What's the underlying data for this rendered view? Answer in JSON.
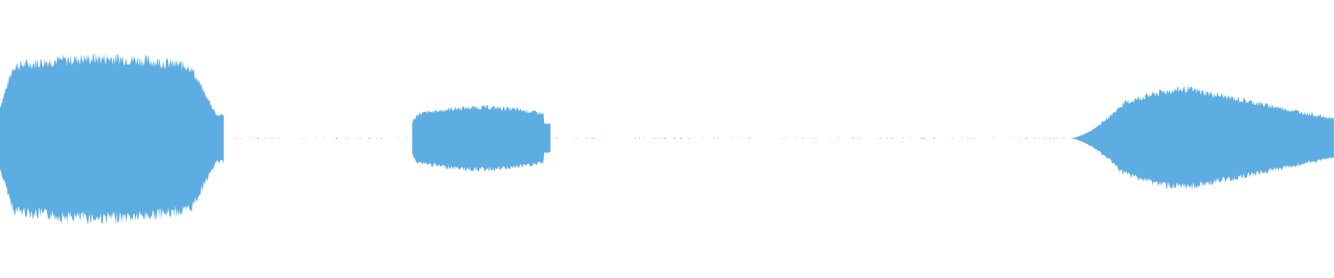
{
  "waveform": {
    "color": "#5dade2",
    "background": "#ffffff",
    "segments": [
      {
        "name": "segment-1",
        "start": 0.0,
        "end": 0.168,
        "peak": 0.31,
        "shape": "burst"
      },
      {
        "name": "segment-2",
        "start": 0.309,
        "end": 0.413,
        "peak": 0.12,
        "shape": "plateau"
      },
      {
        "name": "segment-3",
        "start": 0.802,
        "end": 1.0,
        "peak": 0.19,
        "shape": "swell"
      }
    ]
  }
}
